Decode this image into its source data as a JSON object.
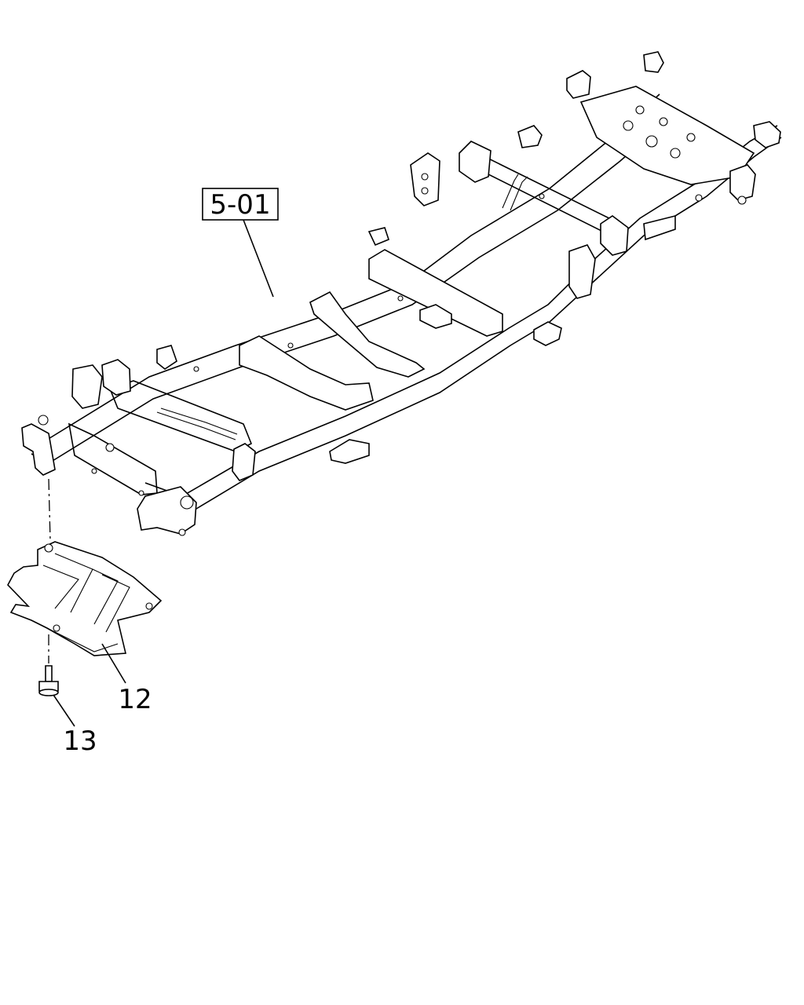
{
  "callouts": {
    "frame_assembly": "5-01",
    "skid_plate": "12",
    "bolt": "13"
  }
}
